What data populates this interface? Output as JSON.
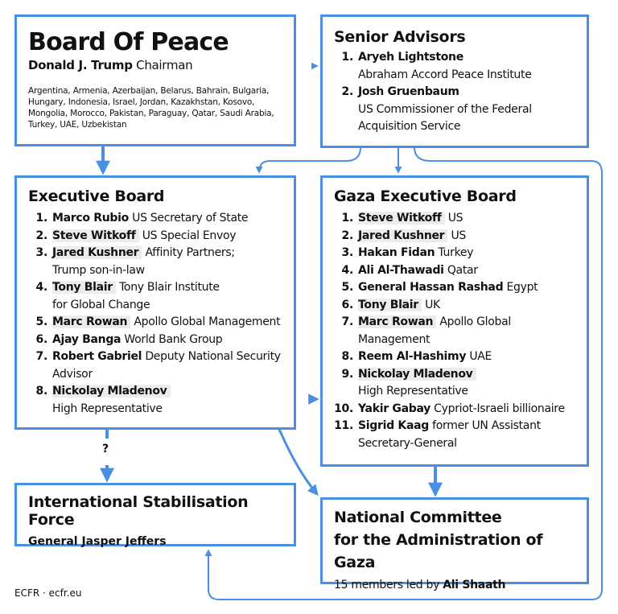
{
  "colors": {
    "accent": "#4a90e2",
    "highlight": "#ececec"
  },
  "board_of_peace": {
    "title": "Board Of Peace",
    "chair_name": "Donald J. Trump",
    "chair_role": "Chairman",
    "countries": "Argentina, Armenia, Azerbaijan, Belarus, Bahrain, Bulgaria, Hungary, Indonesia, Israel, Jordan, Kazakhstan, Kosovo, Mongolia, Morocco, Pakistan, Paraguay, Qatar, Saudi Arabia, Turkey, UAE, Uzbekistan"
  },
  "senior_advisors": {
    "title": "Senior Advisors",
    "items": [
      {
        "num": "1.",
        "name": "Aryeh Lightstone",
        "desc": "",
        "desc2": "Abraham Accord Peace Institute",
        "highlight": false
      },
      {
        "num": "2.",
        "name": "Josh Gruenbaum",
        "desc": "",
        "desc2": "US Commissioner of the Federal Acquisition Service",
        "highlight": false
      }
    ]
  },
  "executive_board": {
    "title": "Executive Board",
    "items": [
      {
        "num": "1.",
        "name": "Marco Rubio",
        "desc": "US Secretary of State",
        "desc2": "",
        "highlight": false
      },
      {
        "num": "2.",
        "name": "Steve Witkoff",
        "desc": "US Special Envoy",
        "desc2": "",
        "highlight": true
      },
      {
        "num": "3.",
        "name": "Jared Kushner",
        "desc": "Affinity Partners;",
        "desc2": "Trump son-in-law",
        "highlight": true
      },
      {
        "num": "4.",
        "name": "Tony Blair",
        "desc": "Tony Blair Institute",
        "desc2": "for Global Change",
        "highlight": true
      },
      {
        "num": "5.",
        "name": "Marc Rowan",
        "desc": "Apollo Global Management",
        "desc2": "",
        "highlight": true
      },
      {
        "num": "6.",
        "name": "Ajay Banga",
        "desc": "World Bank Group",
        "desc2": "",
        "highlight": false
      },
      {
        "num": "7.",
        "name": "Robert Gabriel",
        "desc": "Deputy National Security",
        "desc2": "Advisor",
        "highlight": false
      },
      {
        "num": "8.",
        "name": "Nickolay Mladenov",
        "desc": "",
        "desc2": "High Representative",
        "highlight": true
      }
    ]
  },
  "gaza_executive_board": {
    "title": "Gaza Executive Board",
    "items": [
      {
        "num": "1.",
        "name": "Steve Witkoff",
        "desc": "US",
        "desc2": "",
        "highlight": true
      },
      {
        "num": "2.",
        "name": "Jared Kushner",
        "desc": "US",
        "desc2": "",
        "highlight": true
      },
      {
        "num": "3.",
        "name": "Hakan Fidan",
        "desc": "Turkey",
        "desc2": "",
        "highlight": false
      },
      {
        "num": "4.",
        "name": "Ali Al-Thawadi",
        "desc": "Qatar",
        "desc2": "",
        "highlight": false
      },
      {
        "num": "5.",
        "name": "General Hassan Rashad",
        "desc": "Egypt",
        "desc2": "",
        "highlight": false
      },
      {
        "num": "6.",
        "name": "Tony Blair",
        "desc": "UK",
        "desc2": "",
        "highlight": true
      },
      {
        "num": "7.",
        "name": "Marc Rowan",
        "desc": "Apollo Global",
        "desc2": "Management",
        "highlight": true
      },
      {
        "num": "8.",
        "name": "Reem Al-Hashimy",
        "desc": "UAE",
        "desc2": "",
        "highlight": false
      },
      {
        "num": "9.",
        "name": "Nickolay Mladenov",
        "desc": "",
        "desc2": "High Representative",
        "highlight": true
      },
      {
        "num": "10.",
        "name": "Yakir Gabay",
        "desc": "Cypriot-Israeli billionaire",
        "desc2": "",
        "highlight": false
      },
      {
        "num": "11.",
        "name": "Sigrid Kaag",
        "desc": "former UN Assistant",
        "desc2": "Secretary-General",
        "highlight": false
      }
    ]
  },
  "isf": {
    "title": "International Stabilisation Force",
    "leader": "General Jasper Jeffers"
  },
  "national_committee": {
    "title_line1": "National Committee",
    "title_line2": "for the Administration of Gaza",
    "desc": "15 members led by",
    "leader": "Ali Shaath"
  },
  "question_mark": "?",
  "credit": "ECFR · ecfr.eu"
}
